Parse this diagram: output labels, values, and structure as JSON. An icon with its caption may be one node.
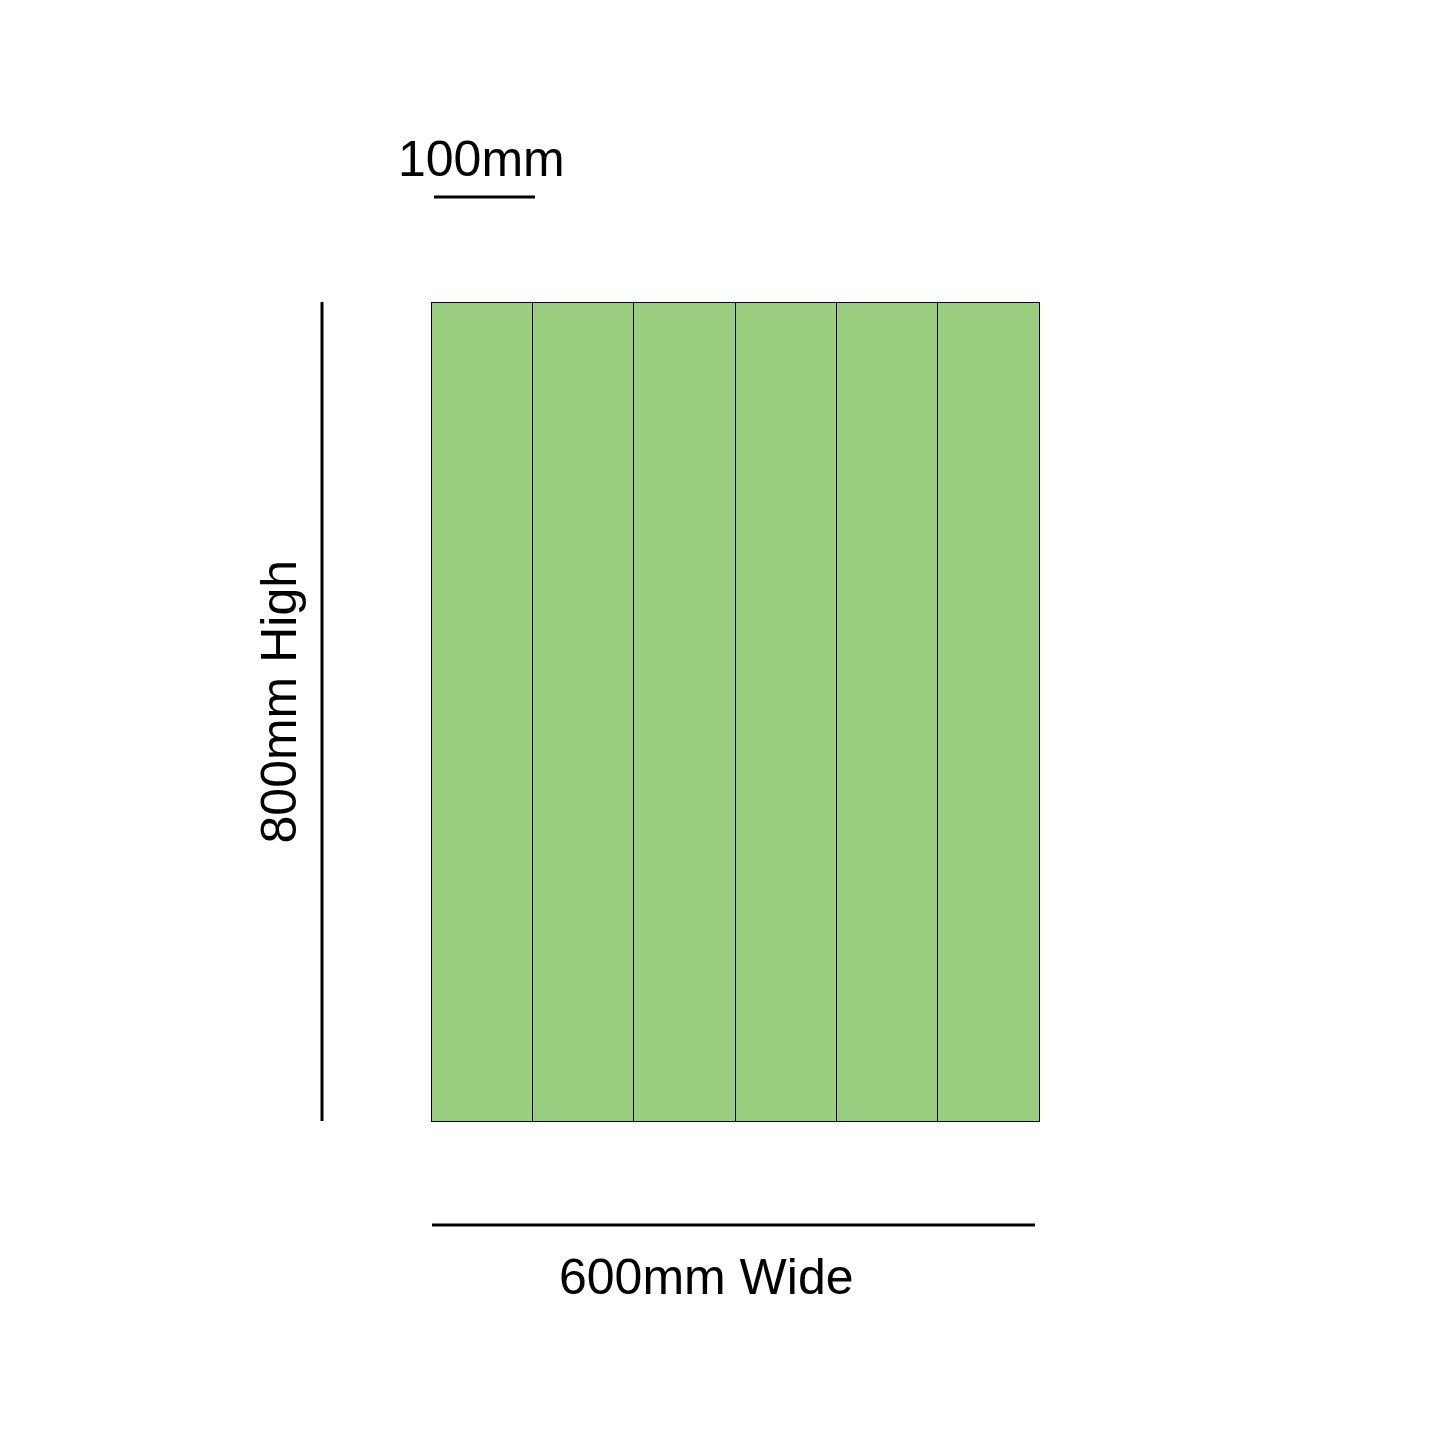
{
  "diagram": {
    "nodes": [
      {
        "text": [],
        "shape": "bar"
      },
      {
        "text": [],
        "shape": "bar"
      },
      {
        "text": [],
        "shape": "bar"
      },
      {
        "text": [],
        "shape": "bar"
      },
      {
        "text": [],
        "shape": "bar"
      },
      {
        "text": [],
        "shape": "bar"
      }
    ],
    "labels": [
      "100mm",
      "800mm High",
      "600mm Wide"
    ]
  }
}
